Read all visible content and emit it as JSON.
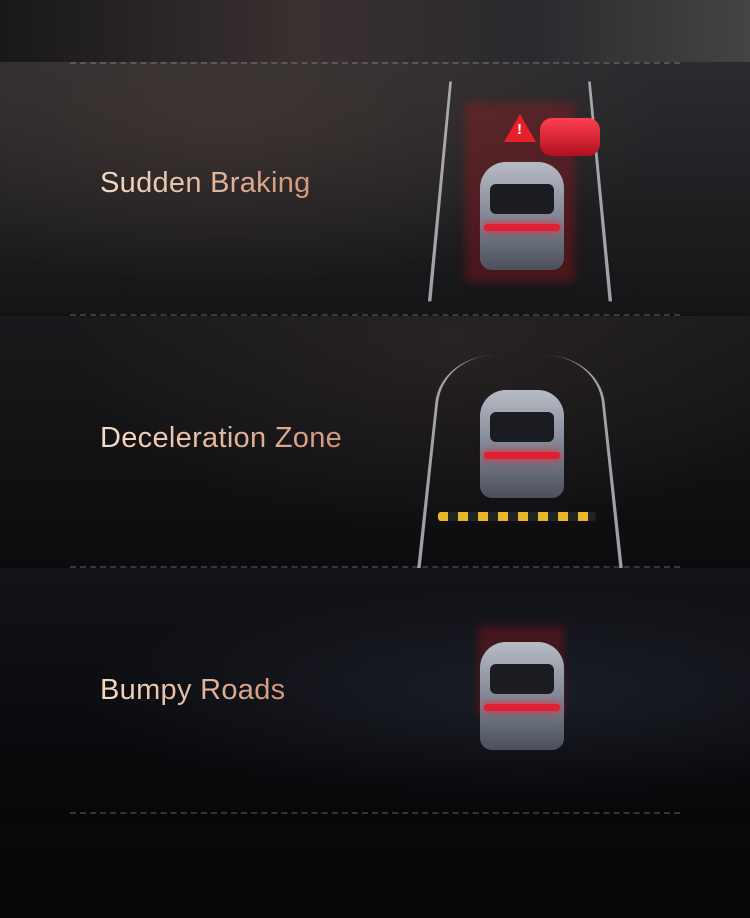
{
  "scenarios": [
    {
      "title": "Sudden Braking",
      "icon": "warning-icon"
    },
    {
      "title": "Deceleration Zone",
      "icon": "speed-bump-icon"
    },
    {
      "title": "Bumpy Roads",
      "icon": "road-icon"
    }
  ],
  "colors": {
    "title_start": "#f6dcc4",
    "title_end": "#d2967a",
    "alert": "#e8202a"
  },
  "warning_symbol": "!"
}
